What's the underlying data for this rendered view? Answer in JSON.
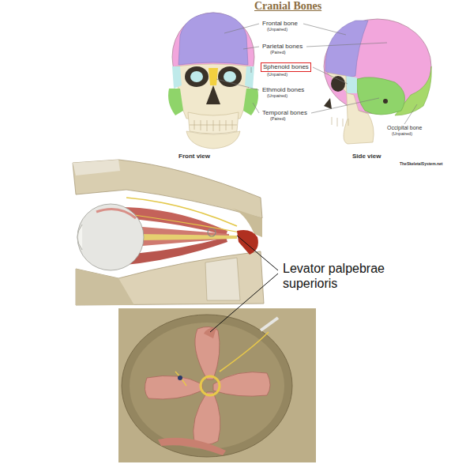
{
  "diagram": {
    "title": "Cranial Bones",
    "nodes": [
      {
        "text": [
          "Sphenoid bones"
        ]
      }
    ],
    "labels": [
      "Frontal bone",
      "(Unpaired)",
      "Parietal bones",
      "(Paired)",
      "(Unpaired)",
      "Ethmoid bones",
      "(Unpaired)",
      "Temporal bones",
      "(Paired)",
      "Front view",
      "Side view",
      "Occipital bone",
      "(Unpaired)",
      "TheSkeletalSystem.net",
      "Levator palpebrae superioris"
    ]
  }
}
